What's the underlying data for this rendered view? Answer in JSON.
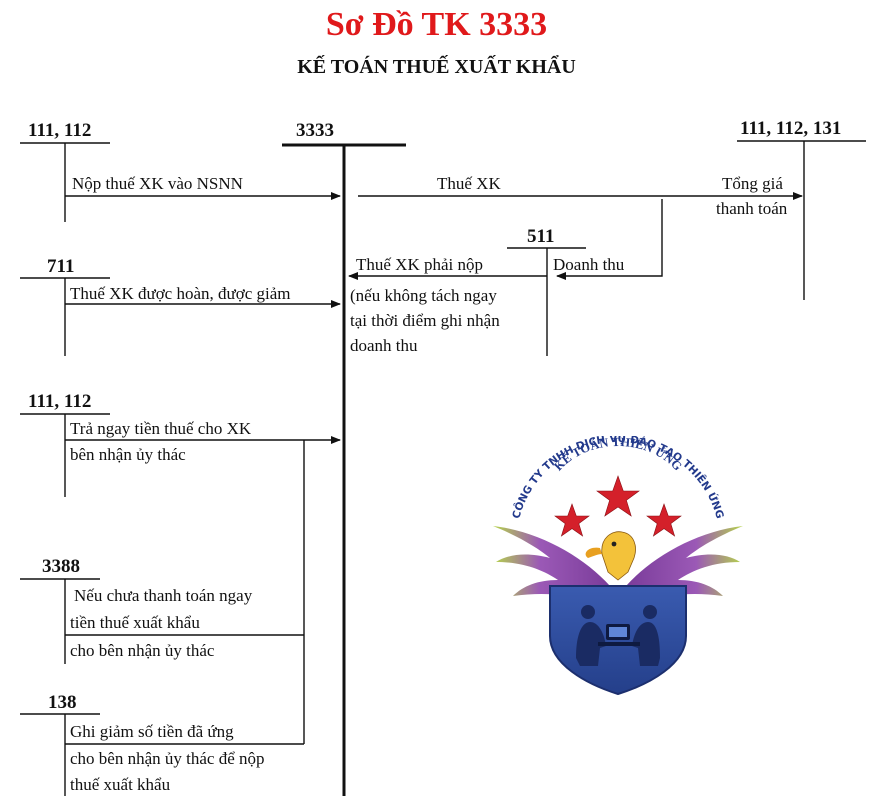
{
  "title": "Sơ Đồ TK 3333",
  "subtitle": "KẾ TOÁN THUẾ XUẤT KHẨU",
  "accounts": {
    "center": "3333",
    "top_left": "111, 112",
    "top_right": "111, 112, 131",
    "mid_511": "511",
    "a711": "711",
    "mid_left": "111, 112",
    "a3388": "3388",
    "a138": "138"
  },
  "labels": {
    "nop_thue": "Nộp thuế XK vào NSNN",
    "thue_xk": "Thuế XK",
    "tong_gia_1": "Tổng giá",
    "tong_gia_2": "thanh toán",
    "doanh_thu": "Doanh thu",
    "phai_nop_1": "Thuế XK phải nộp",
    "phai_nop_2": "(nếu không tách ngay",
    "phai_nop_3": "tại thời điểm ghi nhận",
    "phai_nop_4": "doanh thu",
    "hoan_giam": "Thuế XK được hoàn, được giảm",
    "tra_ngay_1": "Trả ngay tiền thuế cho XK",
    "tra_ngay_2": "bên nhận ủy thác",
    "chua_tt_1": "Nếu chưa thanh toán ngay",
    "chua_tt_2": "tiền thuế xuất khẩu",
    "chua_tt_3": "cho bên nhận ủy thác",
    "ghi_giam_1": "Ghi giảm số tiền đã ứng",
    "ghi_giam_2": "cho bên nhận ủy thác để nộp",
    "ghi_giam_3": "thuế xuất khẩu"
  },
  "logo": {
    "arc_top": "CÔNG TY TNHH DỊCH VỤ ĐÀO TẠO THIÊN ỨNG",
    "arc_inner": "KẾ TOÁN THIÊN ỨNG",
    "colors": {
      "star": "#d4202a",
      "shield": "#2e4a9b",
      "wing": "#7a3c9a",
      "text": "#233a8c"
    }
  },
  "colors": {
    "title": "#e0191b",
    "line": "#111111"
  }
}
